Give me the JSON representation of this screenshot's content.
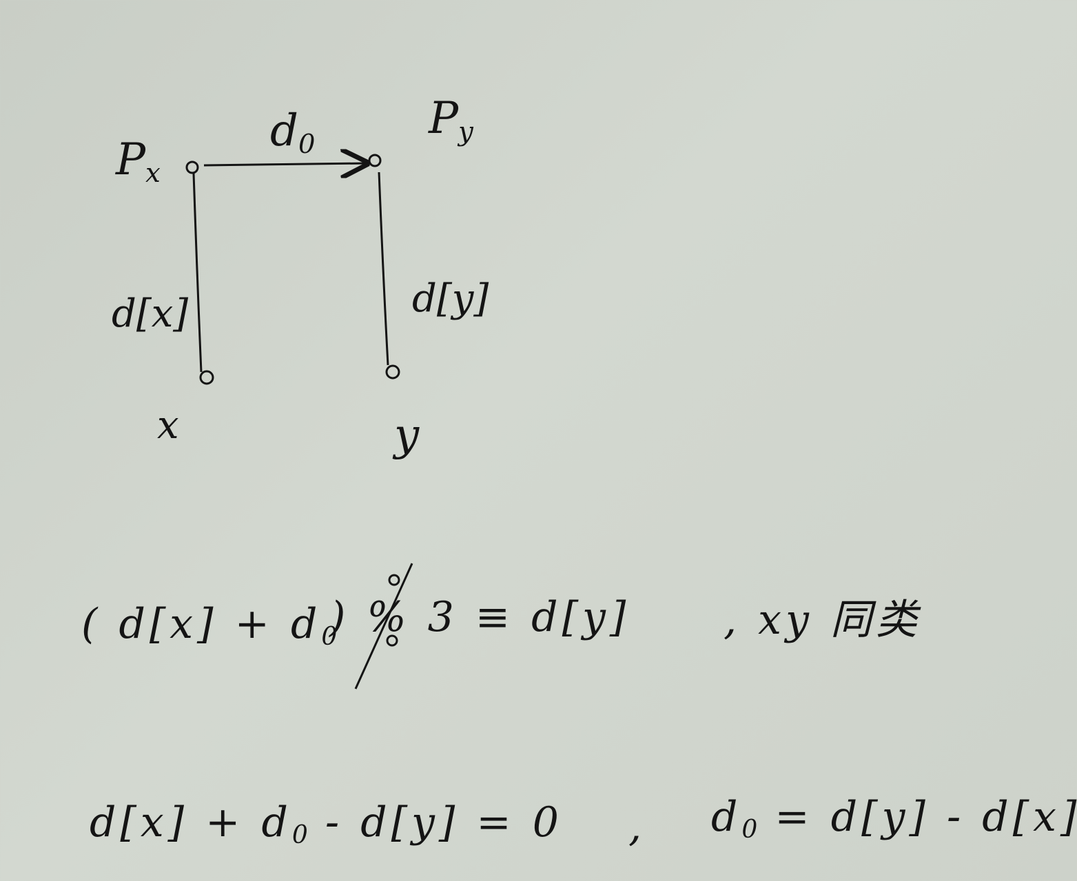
{
  "diagram": {
    "nodes": [
      {
        "id": "Px",
        "label_main": "P",
        "label_sub": "x"
      },
      {
        "id": "Py",
        "label_main": "P",
        "label_sub": "y"
      },
      {
        "id": "x",
        "label": "x"
      },
      {
        "id": "y",
        "label": "y"
      }
    ],
    "edges": [
      {
        "from": "Px",
        "to": "Py",
        "label_main": "d",
        "label_sub": "0",
        "directed": true
      },
      {
        "from": "Px",
        "to": "x",
        "label": "d[x]",
        "directed": false
      },
      {
        "from": "Py",
        "to": "y",
        "label": "d[y]",
        "directed": false
      }
    ]
  },
  "equations": {
    "line1": {
      "lhs": "( d[x] + d",
      "lhs_sub": "0",
      "rhs": ") % 3 ≡ d[y]",
      "note": ", xy 同类"
    },
    "line2": {
      "part1": "d[x] + d",
      "part1_sub": "0",
      "part1_rest": "- d[y] = 0",
      "sep": ",",
      "part2": "d",
      "part2_sub": "0",
      "part2_rest": "= d[y] - d[x]"
    }
  }
}
